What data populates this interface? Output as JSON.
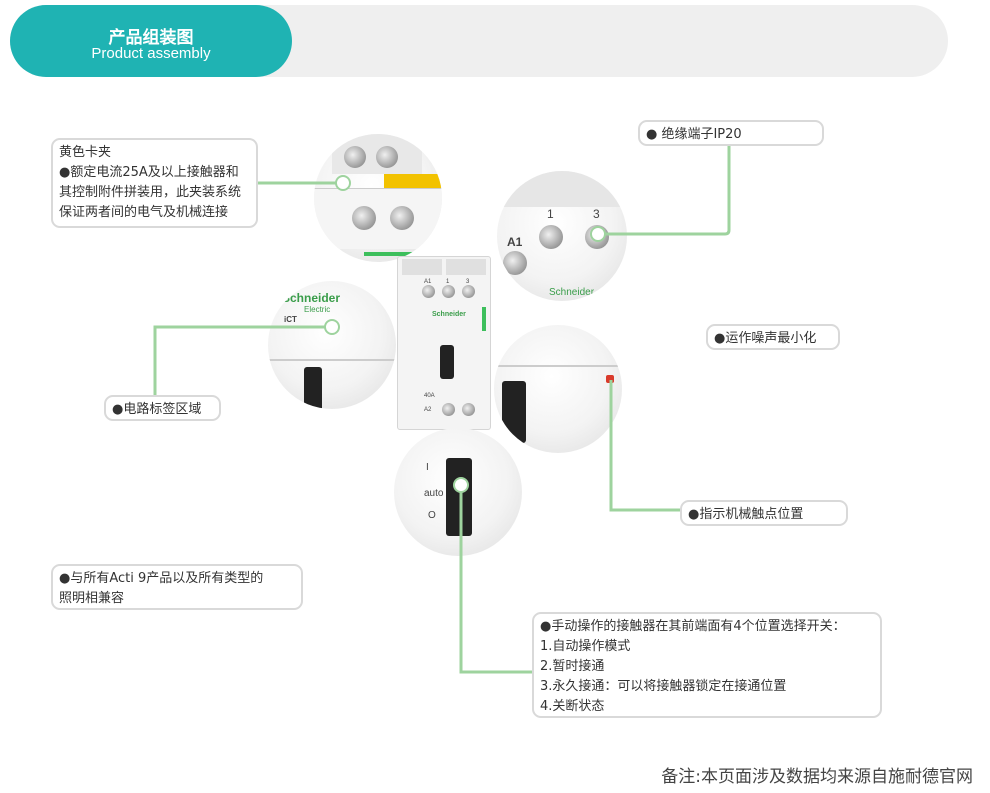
{
  "header": {
    "title_cn": "产品组装图",
    "title_en": "Product assembly"
  },
  "callouts": {
    "yellow_clip": {
      "lines": [
        "黄色卡夹",
        "●额定电流25A及以上接触器和",
        "其控制附件拼装用，此夹装系统",
        "保证两者间的电气及机械连接"
      ]
    },
    "insulated_terminal": {
      "lines": [
        "● 绝缘端子IP20"
      ]
    },
    "low_noise": {
      "lines": [
        "●运作噪声最小化"
      ]
    },
    "circuit_label_area": {
      "lines": [
        "●电路标签区域"
      ]
    },
    "indicator": {
      "lines": [
        "●指示机械触点位置"
      ]
    },
    "compatibility": {
      "lines": [
        "●与所有Acti 9产品以及所有类型的",
        "照明相兼容"
      ]
    },
    "manual_switch": {
      "lines": [
        "●手动操作的接触器在其前端面有4个位置选择开关：",
        "1.自动操作模式",
        "2.暂时接通",
        "3.永久接通：可以将接触器锁定在接通位置",
        "4.关断状态"
      ]
    }
  },
  "image_labels": {
    "brand": "Schneider",
    "brand_sub": "Electric",
    "ict": "iCT",
    "term_1": "1",
    "term_3": "3",
    "a1": "A1",
    "rating": "40A",
    "a2": "A2",
    "auto": "auto",
    "o": "O",
    "i": "I"
  },
  "footer": {
    "note": "备注:本页面涉及数据均来源自施耐德官网"
  },
  "colors": {
    "accent": "#1fb3b3",
    "leader": "#9ed39e",
    "callout_border": "#d9d9d9",
    "header_bg": "#efefef",
    "indicator_red": "#d93a2b"
  }
}
